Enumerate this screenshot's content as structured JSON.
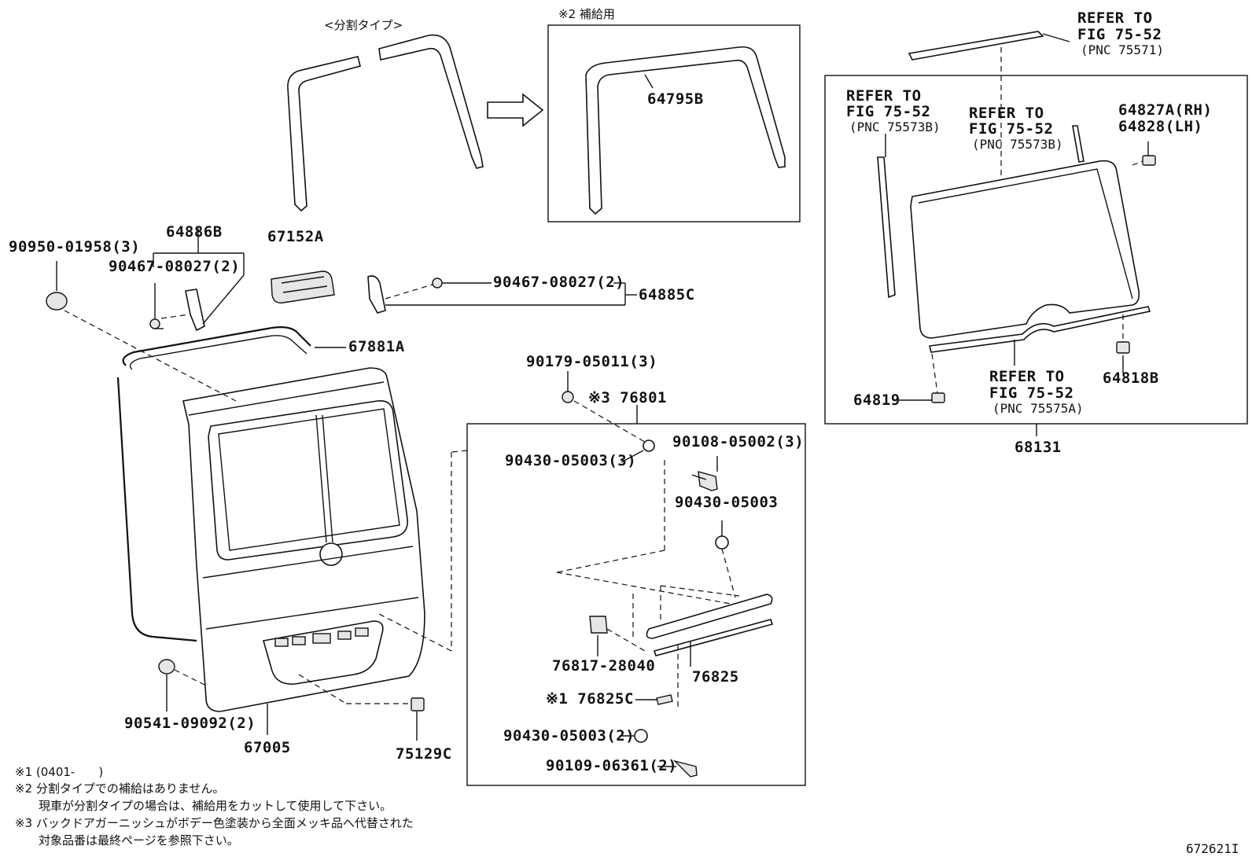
{
  "split_type_label": "<分割タイプ>",
  "supply_label": "※2 補給用",
  "parts": {
    "p64795B": "64795B",
    "p90950": "90950-01958(3)",
    "p64886B": "64886B",
    "p90467a": "90467-08027(2)",
    "p67152A": "67152A",
    "p90467b": "90467-08027(2)",
    "p64885C": "64885C",
    "p67881A": "67881A",
    "p90179": "90179-05011(3)",
    "p76801": "※3 76801",
    "p90108": "90108-05002(3)",
    "p90430a": "90430-05003(3)",
    "p90430b": "90430-05003",
    "p76817": "76817-28040",
    "p76825": "76825",
    "p76825C": "※1 76825C",
    "p90430c": "90430-05003(2)",
    "p90109": "90109-06361(2)",
    "p90541": "90541-09092(2)",
    "p67005": "67005",
    "p75129C": "75129C",
    "p64827A": "64827A(RH)",
    "p64828": "64828(LH)",
    "p64819": "64819",
    "p64818B": "64818B",
    "p68131": "68131"
  },
  "refs": {
    "r1": [
      "REFER TO",
      "FIG 75-52",
      "(PNC 75571)"
    ],
    "r2": [
      "REFER TO",
      "FIG 75-52",
      "(PNC 75573B)"
    ],
    "r3": [
      "REFER TO",
      "FIG 75-52",
      "(PNC 75573B)"
    ],
    "r4": [
      "REFER TO",
      "FIG 75-52",
      "(PNC 75575A)"
    ]
  },
  "notes": [
    "※1 (0401-　　)",
    "※2 分割タイプでの補給はありません。",
    "　　現車が分割タイプの場合は、補給用をカットして使用して下さい。",
    "※3 バックドアガーニッシュがボデー色塗装から全面メッキ品へ代替された",
    "　　対象品番は最終ページを参照下さい。"
  ],
  "figure_id": "672621I"
}
